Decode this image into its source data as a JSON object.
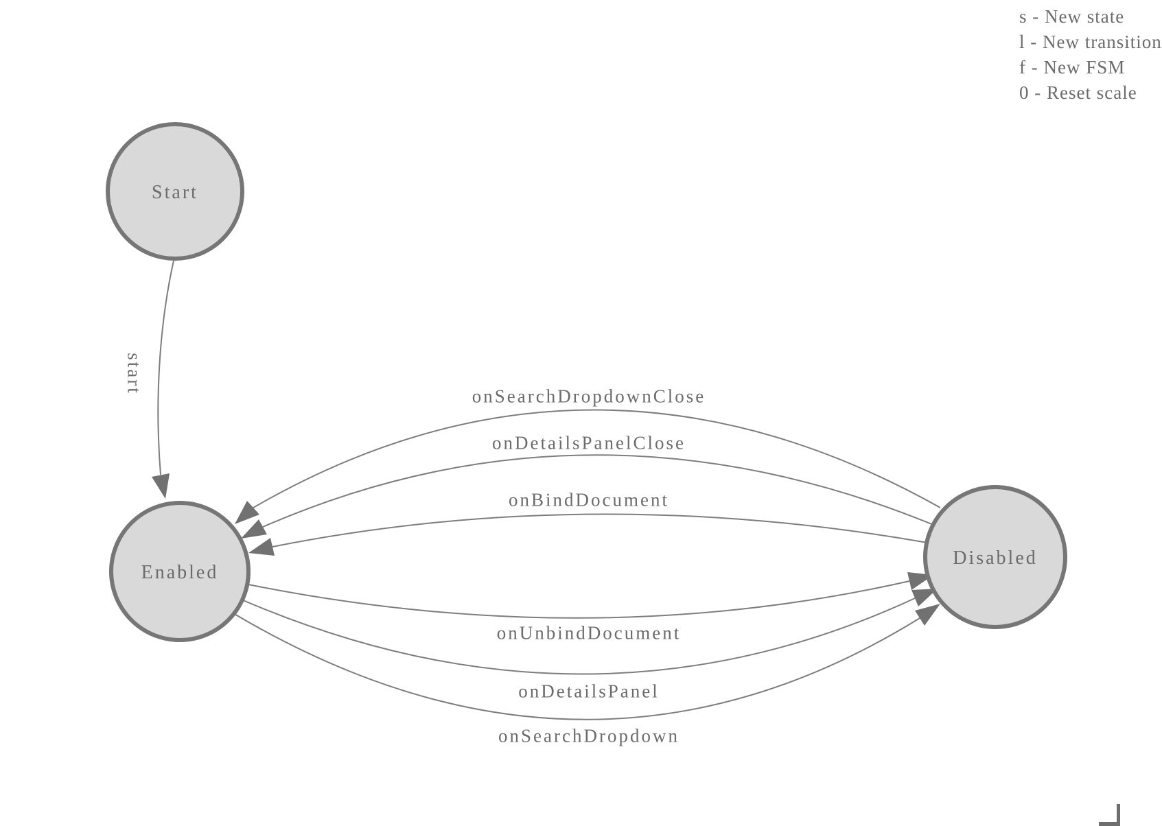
{
  "diagram": {
    "states": [
      {
        "id": "start",
        "label": "Start"
      },
      {
        "id": "enabled",
        "label": "Enabled"
      },
      {
        "id": "disabled",
        "label": "Disabled"
      }
    ],
    "transitions": [
      {
        "label": "start",
        "from": "Start",
        "to": "Enabled"
      },
      {
        "label": "onSearchDropdownClose",
        "from": "Disabled",
        "to": "Enabled"
      },
      {
        "label": "onDetailsPanelClose",
        "from": "Disabled",
        "to": "Enabled"
      },
      {
        "label": "onBindDocument",
        "from": "Disabled",
        "to": "Enabled"
      },
      {
        "label": "onUnbindDocument",
        "from": "Enabled",
        "to": "Disabled"
      },
      {
        "label": "onDetailsPanel",
        "from": "Enabled",
        "to": "Disabled"
      },
      {
        "label": "onSearchDropdown",
        "from": "Enabled",
        "to": "Disabled"
      }
    ]
  },
  "legend": {
    "shortcuts": [
      "s - New state",
      "l - New transition",
      "f - New FSM",
      "0 - Reset scale"
    ]
  },
  "colors": {
    "background": "#ffffff",
    "state_fill": "#d9d9d9",
    "state_border": "#767676",
    "edge_line": "#7d7d7d",
    "arrowhead": "#717171",
    "text": "#6b6b6b"
  }
}
